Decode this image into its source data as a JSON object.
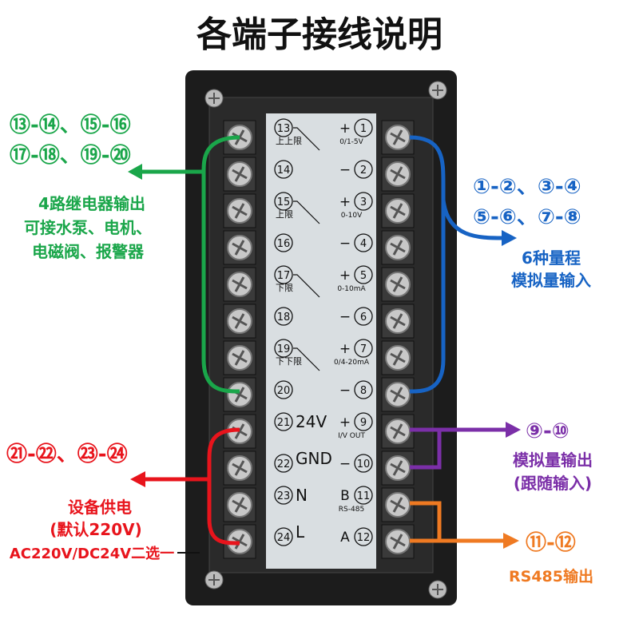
{
  "title": "各端子接线说明",
  "colors": {
    "green": "#1aa64a",
    "blue": "#1763c4",
    "purple": "#7b2fa8",
    "red": "#e8141c",
    "orange": "#ef7a22",
    "panel": "#d9dee1",
    "body": "#1c1c1c"
  },
  "relay": {
    "pairs_line1": "⑬-⑭、⑮-⑯",
    "pairs_line2": "⑰-⑱、⑲-⑳",
    "line1": "4路继电器输出",
    "line2": "可接水泵、电机、",
    "line3": "电磁阀、报警器"
  },
  "analog_in": {
    "pairs_line1": "①-②、③-④",
    "pairs_line2": "⑤-⑥、⑦-⑧",
    "line1": "6种量程",
    "line2": "模拟量输入"
  },
  "analog_out": {
    "pairs": "⑨-⑩",
    "line1": "模拟量输出",
    "line2": "(跟随输入)"
  },
  "power": {
    "pairs": "㉑-㉒、㉓-㉔",
    "line1": "设备供电",
    "line2": "(默认220V)",
    "line3": "AC220V/DC24V二选一"
  },
  "rs485": {
    "pairs": "⑪-⑫",
    "line1": "RS485输出"
  },
  "panel": {
    "left": [
      {
        "num": "13",
        "label": "上上限"
      },
      {
        "num": "14",
        "label": ""
      },
      {
        "num": "15",
        "label": "上限"
      },
      {
        "num": "16",
        "label": ""
      },
      {
        "num": "17",
        "label": "下限"
      },
      {
        "num": "18",
        "label": ""
      },
      {
        "num": "19",
        "label": "下下限"
      },
      {
        "num": "20",
        "label": ""
      },
      {
        "num": "21",
        "label": "24V"
      },
      {
        "num": "22",
        "label": "GND"
      },
      {
        "num": "23",
        "label": "N"
      },
      {
        "num": "24",
        "label": "L"
      }
    ],
    "right": [
      {
        "num": "1",
        "sign": "+",
        "range": "0/1-5V"
      },
      {
        "num": "2",
        "sign": "−",
        "range": ""
      },
      {
        "num": "3",
        "sign": "+",
        "range": "0-10V"
      },
      {
        "num": "4",
        "sign": "−",
        "range": ""
      },
      {
        "num": "5",
        "sign": "+",
        "range": "0-10mA"
      },
      {
        "num": "6",
        "sign": "−",
        "range": ""
      },
      {
        "num": "7",
        "sign": "+",
        "range": "0/4-20mA"
      },
      {
        "num": "8",
        "sign": "−",
        "range": ""
      },
      {
        "num": "9",
        "sign": "+",
        "range": "I/V OUT"
      },
      {
        "num": "10",
        "sign": "−",
        "range": ""
      },
      {
        "num": "11",
        "sign": "B",
        "range": "RS-485"
      },
      {
        "num": "12",
        "sign": "A",
        "range": ""
      }
    ]
  }
}
